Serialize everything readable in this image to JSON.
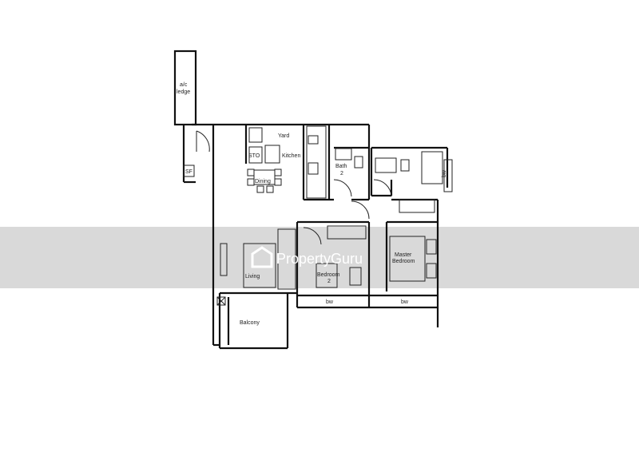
{
  "plan": {
    "rooms": [
      {
        "key": "ac_ledge_1",
        "text": "a/c"
      },
      {
        "key": "ac_ledge_2",
        "text": "ledge"
      },
      {
        "key": "yard",
        "text": "Yard"
      },
      {
        "key": "sto",
        "text": "STO"
      },
      {
        "key": "kitchen",
        "text": "Kitchen"
      },
      {
        "key": "dining",
        "text": "Dining"
      },
      {
        "key": "sf",
        "text": "SF"
      },
      {
        "key": "bath2_1",
        "text": "Bath"
      },
      {
        "key": "bath2_2",
        "text": "2"
      },
      {
        "key": "master_1",
        "text": "Master"
      },
      {
        "key": "master_2",
        "text": "Bedroom"
      },
      {
        "key": "living",
        "text": "Living"
      },
      {
        "key": "bedroom2_1",
        "text": "Bedroom"
      },
      {
        "key": "bedroom2_2",
        "text": "2"
      },
      {
        "key": "bw_1",
        "text": "bw"
      },
      {
        "key": "bw_2",
        "text": "bw"
      },
      {
        "key": "bw_side",
        "text": "bw"
      },
      {
        "key": "balcony",
        "text": "Balcony"
      }
    ]
  },
  "watermark": {
    "brand": "PropertyGuru",
    "band_color": "#d9d9d9",
    "icon": "propertyguru-logo-icon"
  },
  "colors": {
    "wall": "#111111",
    "background": "#ffffff"
  }
}
